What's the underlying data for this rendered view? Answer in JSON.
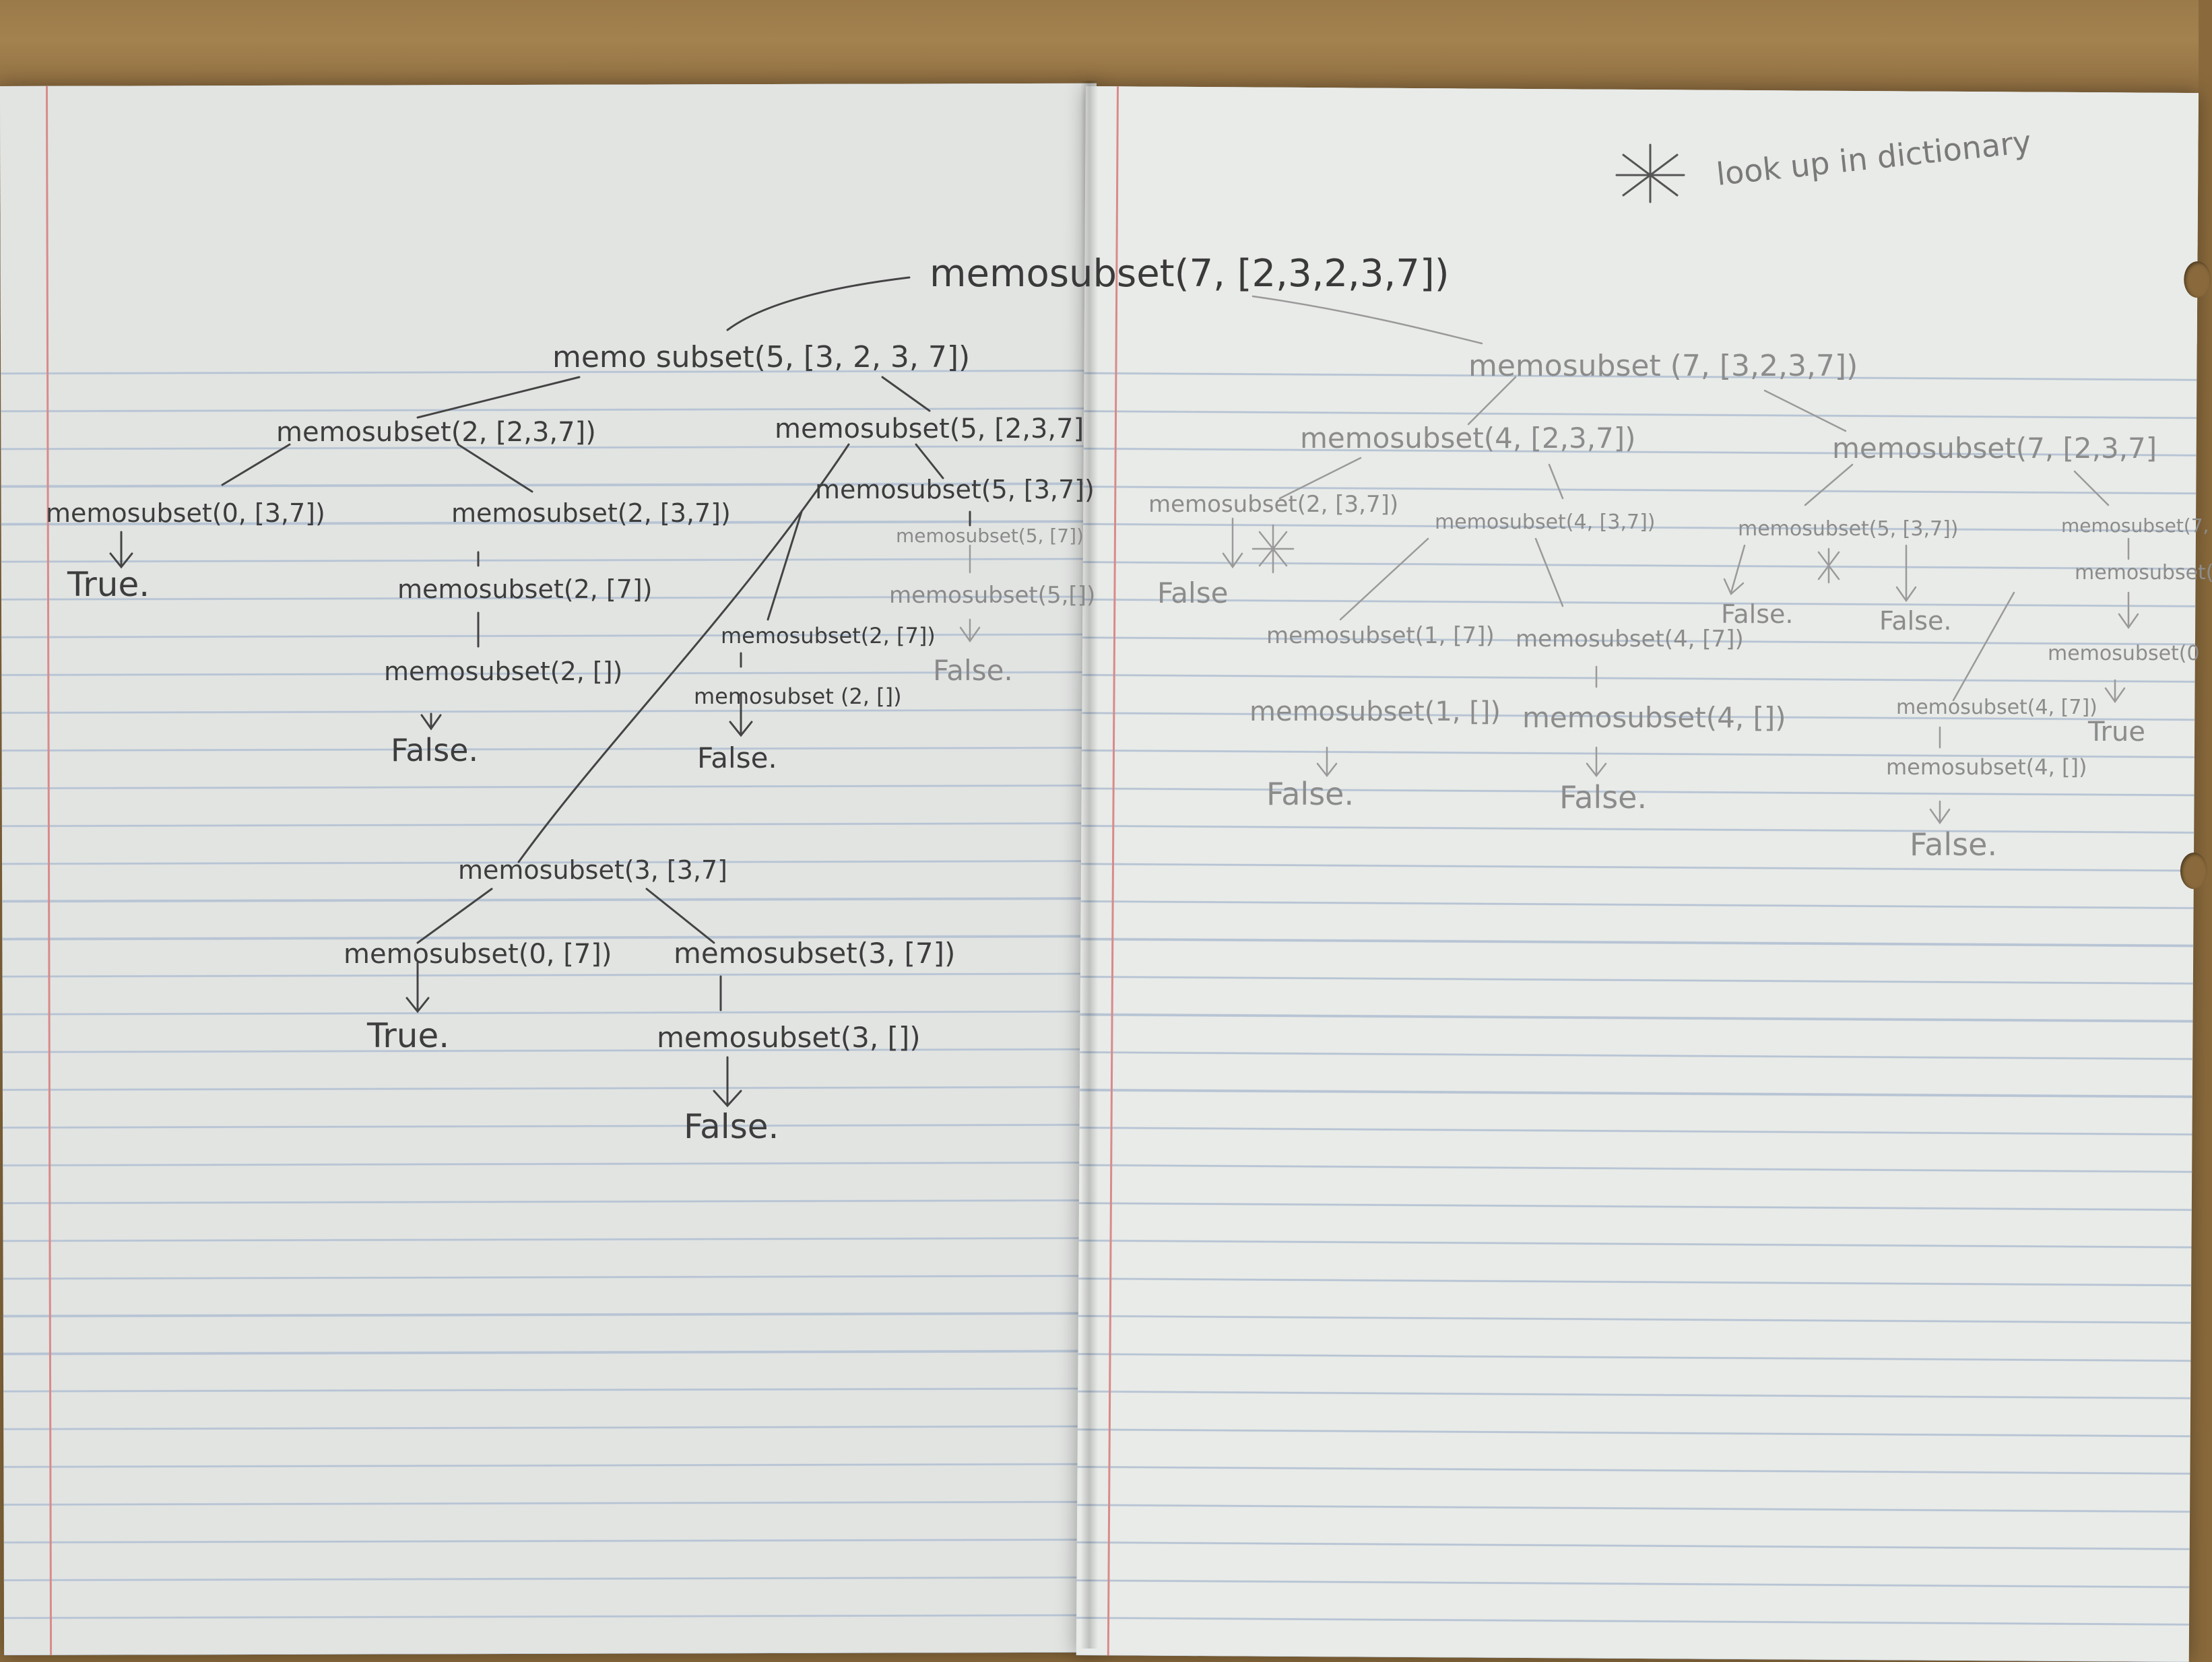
{
  "header_note": "look up in dictionary",
  "header_mark": "*",
  "root": "memosubset(7, [2,3,2,3,7])",
  "left_tree": {
    "n1": "memo subset(5, [3, 2, 3, 7])",
    "n2": "memosubset(2, [2,3,7])",
    "n3": "memosubset(5, [2,3,7]",
    "n4": "memosubset(0, [3,7])",
    "n5": "memosubset(2, [3,7])",
    "n6": "memosubset(5, [3,7])",
    "n7": "memosubset(5, [7])",
    "n8": "memosubset(2, [7])",
    "n9": "memosubset(5,[])",
    "n10": "memosubset(2, [7])",
    "n11": "memosubset(2, [])",
    "n12": "memosubset (2, [])",
    "n13": "memosubset(3, [3,7]",
    "n14": "memosubset(0, [7])",
    "n15": "memosubset(3, [7])",
    "n16": "memosubset(3, [])",
    "r_true1": "True.",
    "r_false1": "False.",
    "r_false2": "False.",
    "r_false3": "False.",
    "r_true2": "True.",
    "r_false4": "False."
  },
  "right_tree": {
    "m1": "memosubset (7, [3,2,3,7])",
    "m2": "memosubset(4, [2,3,7])",
    "m3": "memosubset(7, [2,3,7]",
    "m4": "memosubset(2, [3,7])",
    "m5": "memosubset(4, [3,7])",
    "m6": "memosubset(5, [3,7])",
    "m7": "memosubset(7,",
    "m8": "memosubset(1, [7])",
    "m9": "memosubset(4, [7])",
    "m10": "memosubset(",
    "m11": "memosubset(0",
    "m12": "memosubset(1, [])",
    "m13": "memosubset(4, [])",
    "m14": "memosubset(4, [7])",
    "m15": "memosubset(4, [])",
    "r_false1": "False",
    "r_false2": "False.",
    "r_false3": "False.",
    "r_false4": "False.",
    "r_false5": "False.",
    "r_false6": "False.",
    "r_true1": "True",
    "star": "*"
  },
  "colors": {
    "paper": "#e6e8e4",
    "rule_line": "#b7c4d4",
    "margin_line": "#d98a8a",
    "desk": "#8a6a3c",
    "pencil_dark": "#3b3b3b",
    "pencil_light": "#8a8a8a"
  }
}
